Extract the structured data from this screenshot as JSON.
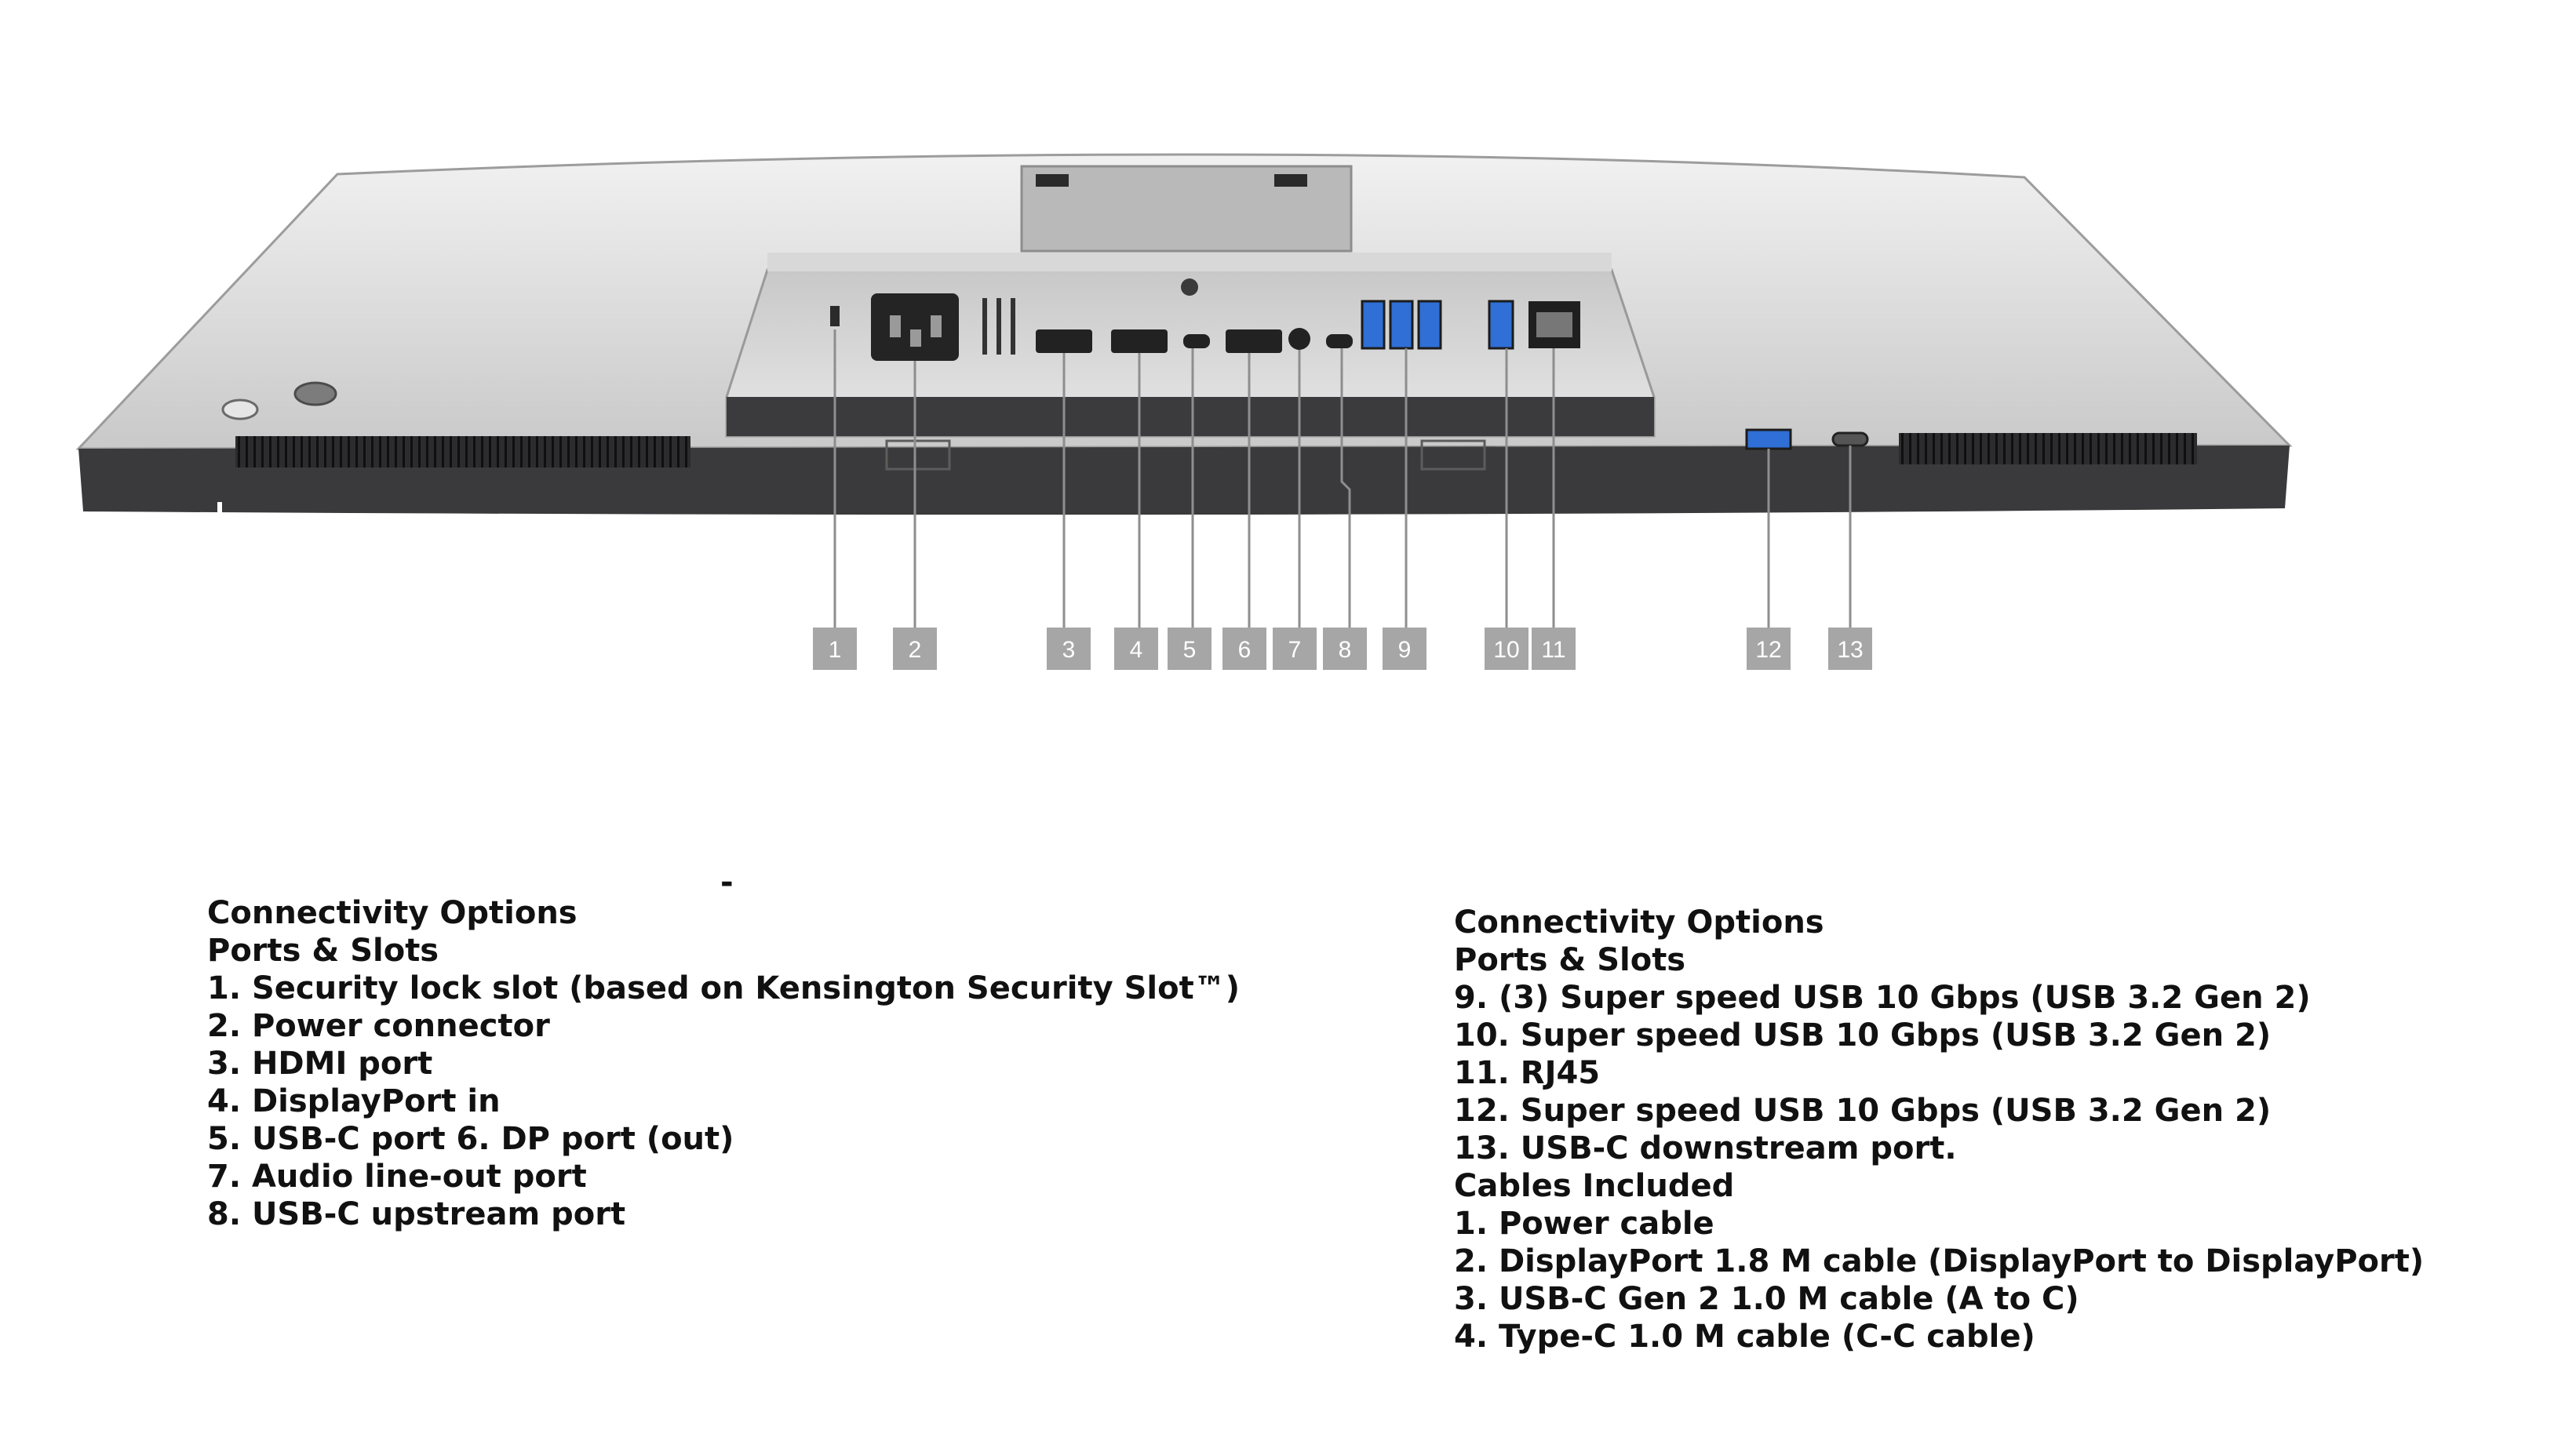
{
  "stray_mark": "-",
  "callouts": [
    "1",
    "2",
    "3",
    "4",
    "5",
    "6",
    "7",
    "8",
    "9",
    "10",
    "11",
    "12",
    "13"
  ],
  "left_column": [
    "Connectivity Options",
    "Ports & Slots",
    "1. Security lock slot (based on Kensington Security Slot™)",
    "2. Power connector",
    "3. HDMI port",
    "4. DisplayPort in",
    "5. USB-C port 6. DP port (out)",
    "7. Audio line-out port",
    "8. USB-C upstream port"
  ],
  "right_column": [
    "Connectivity Options",
    "Ports & Slots",
    "9. (3) Super speed USB 10 Gbps (USB 3.2 Gen 2)",
    "10. Super speed USB 10 Gbps (USB 3.2 Gen 2)",
    "11. RJ45",
    "12. Super speed USB 10 Gbps (USB 3.2 Gen 2)",
    "13. USB-C downstream port.",
    "Cables Included",
    "1. Power cable",
    "2. DisplayPort 1.8 M cable (DisplayPort to DisplayPort)",
    "3. USB-C Gen 2 1.0 M cable (A to C)",
    "4. Type-C 1.0 M cable (C-C cable)"
  ],
  "colors": {
    "callout_box": "#a6a6a6",
    "monitor_body": "#d4d4d4",
    "bezel": "#3a3a3c",
    "usb_blue": "#2f6fd6"
  }
}
